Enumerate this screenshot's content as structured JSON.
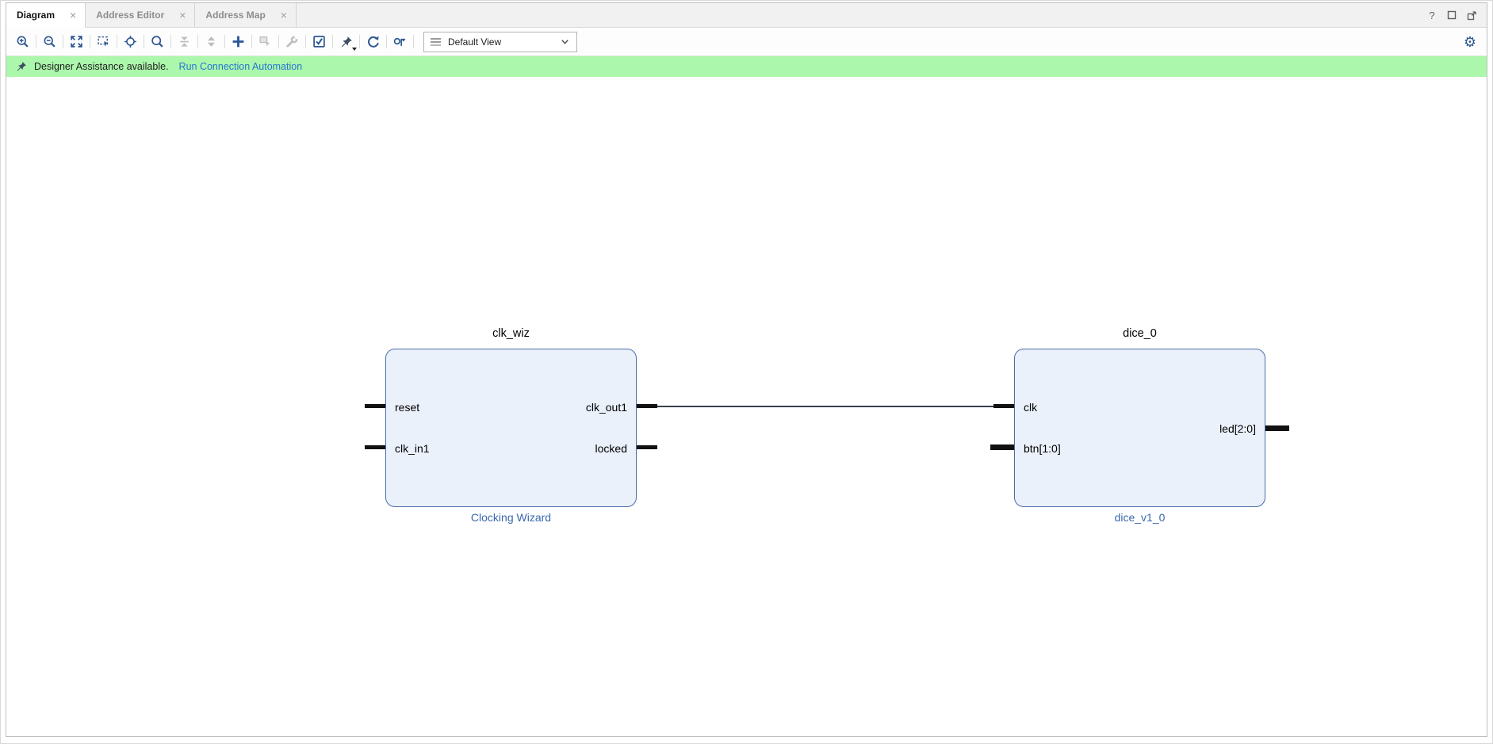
{
  "tabs": [
    {
      "label": "Diagram",
      "active": true
    },
    {
      "label": "Address Editor",
      "active": false
    },
    {
      "label": "Address Map",
      "active": false
    }
  ],
  "window": {
    "help_glyph": "?"
  },
  "toolbar": {
    "buttons": [
      {
        "name": "zoom-in",
        "enabled": true
      },
      {
        "name": "zoom-out",
        "enabled": true
      },
      {
        "name": "zoom-fit",
        "enabled": true
      },
      {
        "name": "zoom-to-selection",
        "enabled": true
      },
      {
        "name": "autofit-selection",
        "enabled": true
      },
      {
        "name": "search",
        "enabled": true
      },
      {
        "name": "collapse-hierarchy",
        "enabled": false
      },
      {
        "name": "expand-hierarchy",
        "enabled": false
      },
      {
        "name": "add-ip",
        "enabled": true
      },
      {
        "name": "make-external",
        "enabled": false
      },
      {
        "name": "customize-block",
        "enabled": false
      },
      {
        "name": "validate-design",
        "enabled": true
      },
      {
        "name": "pin",
        "enabled": true
      },
      {
        "name": "regenerate-layout",
        "enabled": true
      },
      {
        "name": "optimize-routing",
        "enabled": true
      }
    ],
    "view_selector": {
      "value": "Default View"
    }
  },
  "banner": {
    "message": "Designer Assistance available.",
    "link_label": "Run Connection Automation"
  },
  "diagram": {
    "blocks": [
      {
        "title": "clk_wiz",
        "subtitle": "Clocking Wizard",
        "left_ports": [
          {
            "name": "reset",
            "bus": false
          },
          {
            "name": "clk_in1",
            "bus": false
          }
        ],
        "right_ports": [
          {
            "name": "clk_out1",
            "bus": false
          },
          {
            "name": "locked",
            "bus": false
          }
        ]
      },
      {
        "title": "dice_0",
        "subtitle": "dice_v1_0",
        "left_ports": [
          {
            "name": "clk",
            "bus": false
          },
          {
            "name": "btn[1:0]",
            "bus": true
          }
        ],
        "right_ports": [
          {
            "name": "led[2:0]",
            "bus": true
          }
        ]
      }
    ],
    "connections": [
      {
        "from": "clk_wiz/clk_out1",
        "to": "dice_0/clk"
      }
    ]
  },
  "colors": {
    "banner_bg": "#abf7ab",
    "link": "#2a76d2",
    "block_fill": "#eaf1fb",
    "block_border": "#4a6da8",
    "subtitle_text": "#3a67ae",
    "icon_enabled": "#2d5791",
    "icon_disabled": "#bdbdbd",
    "wire": "#36404c"
  }
}
